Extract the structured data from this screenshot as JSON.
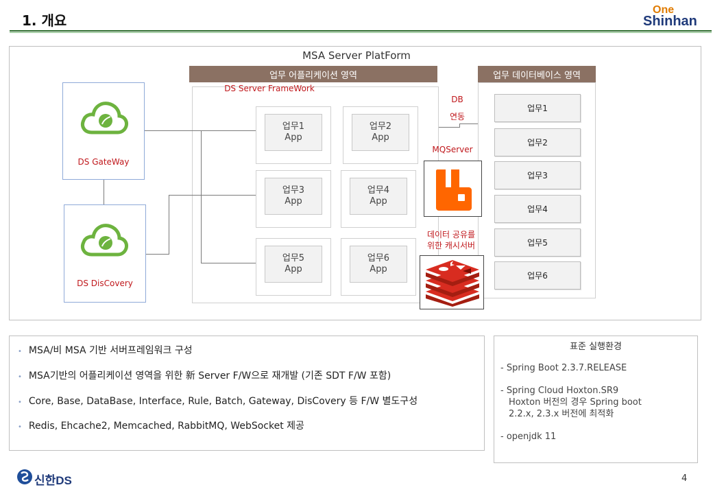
{
  "header": {
    "title": "1. 개요",
    "logo_top": "One",
    "logo_bottom": "Shinhan"
  },
  "diagram": {
    "platform_title": "MSA Server PlatForm",
    "app_area_header": "업무 어플리케이션 영역",
    "db_area_header": "업무 데이터베이스 영역",
    "framework_label": "DS Server FrameWork",
    "gateway_label": "DS GateWay",
    "discovery_label": "DS DisCovery",
    "apps": [
      {
        "line1": "업무1",
        "line2": "App"
      },
      {
        "line1": "업무2",
        "line2": "App"
      },
      {
        "line1": "업무3",
        "line2": "App"
      },
      {
        "line1": "업무4",
        "line2": "App"
      },
      {
        "line1": "업무5",
        "line2": "App"
      },
      {
        "line1": "업무6",
        "line2": "App"
      }
    ],
    "db_link_line1": "DB",
    "db_link_line2": "연동",
    "mq_label": "MQServer",
    "cache_label_line1": "데이터 공유를",
    "cache_label_line2": "위한 캐시서버",
    "db_items": [
      "업무1",
      "업무2",
      "업무3",
      "업무4",
      "업무5",
      "업무6"
    ]
  },
  "notes": [
    "MSA/비 MSA 기반 서버프레임워크 구성",
    "MSA기반의 어플리케이션 영역을 위한 新 Server  F/W으로 재개발 (기존 SDT F/W 포함)",
    "Core, Base, DataBase, Interface, Rule, Batch, Gateway, DisCovery 등 F/W 별도구성",
    "Redis, Ehcache2, Memcached, RabbitMQ, WebSocket  제공"
  ],
  "environment": {
    "title": "표준 실행환경",
    "item1": "- Spring Boot 2.3.7.RELEASE",
    "item2_line1": "- Spring Cloud Hoxton.SR9",
    "item2_line2": "Hoxton 버전의 경우 Spring boot",
    "item2_line3": "2.2.x, 2.3.x 버전에 최적화",
    "item3": "- openjdk 11"
  },
  "footer": {
    "company": "신한DS",
    "page_number": "4"
  },
  "colors": {
    "header_band": "#8b7163",
    "accent_red": "#c0181c",
    "spring_green": "#6db33f",
    "rabbitmq_orange": "#ff6600",
    "redis_red": "#d82c20",
    "title_rule": "#2b6a2b"
  }
}
